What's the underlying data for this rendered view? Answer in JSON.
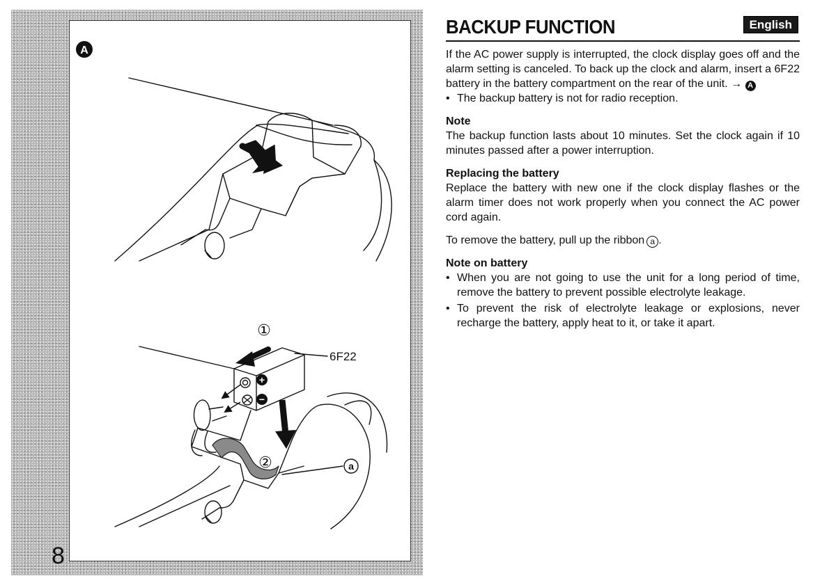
{
  "page": {
    "number": "8"
  },
  "header": {
    "title": "BACKUP FUNCTION",
    "language_badge": "English"
  },
  "figure": {
    "marker": "A",
    "battery_label": "6F22",
    "step_1": "①",
    "step_2": "②",
    "ribbon_label": "a",
    "plus_symbol": "+",
    "minus_symbol": "−"
  },
  "content": {
    "intro": "If the AC power supply is interrupted, the clock display goes off and the alarm setting is canceled. To back up the clock and alarm, insert a 6F22 battery in the battery compartment on the rear of the unit. →",
    "intro_ref": "A",
    "intro_bullet": "The backup battery is not for radio reception.",
    "note_heading": "Note",
    "note_text": "The backup function lasts about 10 minutes. Set the clock again if 10 minutes passed after a power interruption.",
    "replacing_heading": "Replacing the battery",
    "replacing_text": "Replace the battery with new one if the clock display flashes or the alarm timer does not work properly when you connect the AC power cord again.",
    "remove_text": "To remove the battery, pull up the ribbon",
    "remove_ref": "a",
    "remove_end": ".",
    "note_battery_heading": "Note on battery",
    "note_battery_bullets": [
      "When you are not going to use the unit for a long period of time, remove the battery to prevent possible electrolyte leakage.",
      "To prevent the risk of electrolyte leakage or explosions, never recharge the battery, apply heat to it, or take it apart."
    ]
  }
}
